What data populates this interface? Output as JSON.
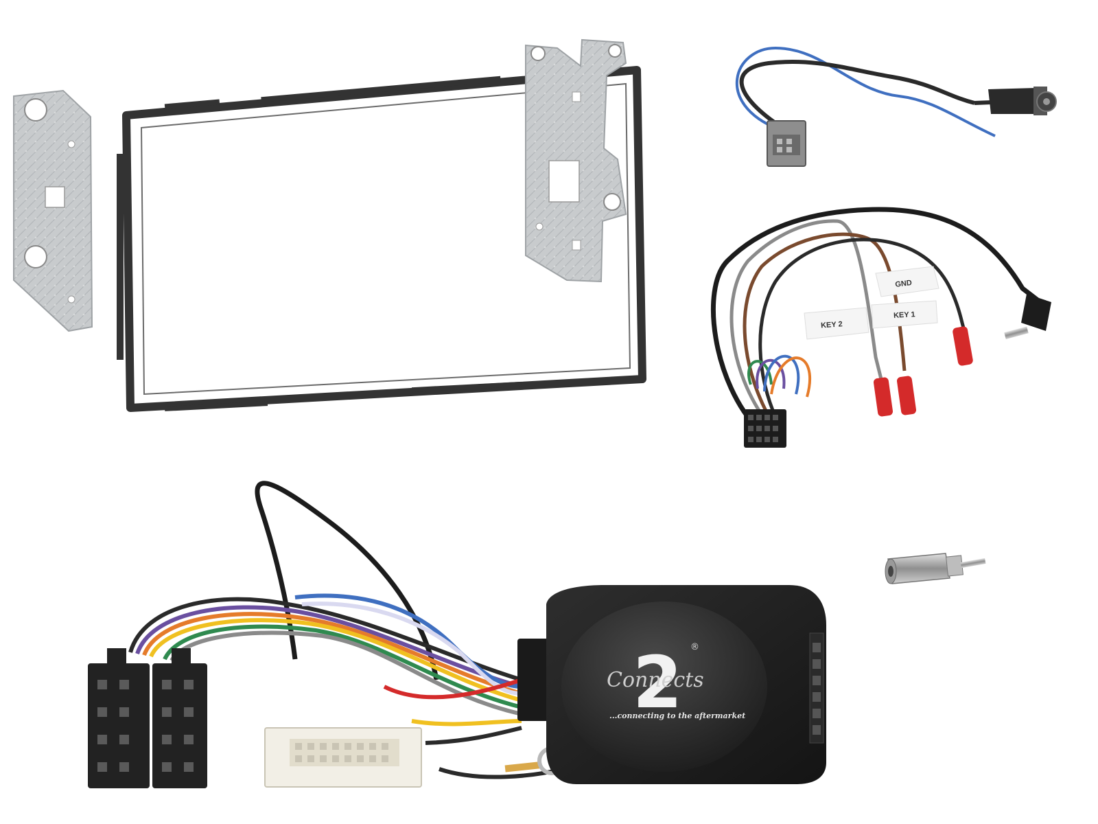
{
  "labels": {
    "gnd": "GND",
    "key1": "KEY 1",
    "key2": "KEY 2"
  },
  "brand": {
    "two": "2",
    "name": "Connects",
    "registered": "®",
    "tagline": "...connecting to the aftermarket"
  },
  "colors": {
    "fascia": "#3a3a3a",
    "bracket": "#c4c7c9",
    "cable_black": "#1c1c1c",
    "connector_red": "#d42a2a",
    "connector_white": "#f2efe6",
    "interface_body": "#1e1e1e",
    "iso_plug": "#222222",
    "antenna_connector": "#8e8e8e",
    "wire_blue": "#3f6fc0",
    "wire_grey": "#8a8a8a",
    "wire_brown": "#7a4a2e",
    "wire_green": "#2f8a4f",
    "wire_purple": "#6a4fa0",
    "wire_orange": "#e57b2a",
    "wire_yellow": "#f0c020"
  },
  "icons": {
    "fascia": "double-din-fascia-icon",
    "left_bracket": "left-mounting-bracket-icon",
    "right_bracket": "right-mounting-bracket-icon",
    "antenna_harness": "antenna-adapter-harness-icon",
    "patch_lead": "steering-patch-lead-icon",
    "antenna_adapter": "antenna-adapter-plug-icon",
    "stalk_interface": "steering-control-interface-icon"
  }
}
